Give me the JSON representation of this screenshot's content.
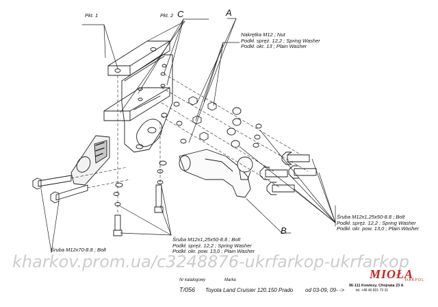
{
  "labels": {
    "pkt1": "Pkt. 1",
    "pkt2": "Pkt. 2",
    "letter_c": "C",
    "letter_a": "A",
    "letter_b": "B",
    "nut_lines": [
      "Nakrętka  M12 ; Nut",
      "Podkł. spręż. 12,2 ; Spring Washer",
      "Podkł. okr. 13 ; Plain Washer"
    ],
    "bolt_right_lines": [
      "Śruba M12x1,25x50-8.8 ;  Bolt",
      "Podkł. spręż. 12,2 ; Spring Washer",
      "Podkł. okr. pow. 13,0 ; Plain Washer"
    ],
    "bolt_center_lines": [
      "Śruba M12x1,25x50-8.8 ;  Bolt",
      "Podkł. spręż. 12,2 ; Spring Washer",
      "Podkł. okr. pow. 13,0 ; Plain Washer"
    ],
    "bolt_left": "Śruba M12x70-8.8 ;  Bolt"
  },
  "watermark": "kharkov.prom.ua/c3248876-ukrfarkop-ukrfarkop",
  "footer": {
    "catalog_label": "Nr katalogowy",
    "brand_label": "Marka",
    "catalog_number": "T/056",
    "vehicle": "Toyota Land Cruisier 120.150 Prado",
    "years": "od 03-09, 09- ->",
    "address": "96-111 Kowiesy, Chojnata 23 A",
    "phone": "tel. +48 46 831 73 31"
  },
  "brand": {
    "name": "MIOŁA",
    "tag": "HAKPOL",
    "color": "#c2231d"
  }
}
